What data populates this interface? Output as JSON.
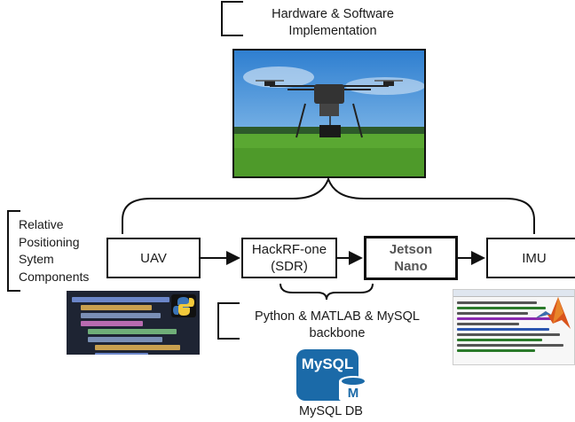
{
  "header": {
    "title": "Hardware & Software Implementation"
  },
  "side_label": {
    "text": "Relative Positioning Sytem Components"
  },
  "pipeline": {
    "uav": "UAV",
    "hackrf": "HackRF-one (SDR)",
    "jetson": "Jetson Nano",
    "imu": "IMU"
  },
  "software": {
    "label": "Python & MATLAB & MySQL backbone"
  },
  "mysql": {
    "logo_text": "MySQL",
    "badge_letter": "M",
    "caption": "MySQL DB"
  },
  "colors": {
    "sky": "#3d8fd6",
    "grass": "#5aa832",
    "mysql_blue": "#1b6aa8",
    "code_bg": "#1e2433",
    "matlab_orange": "#d9541c"
  },
  "icons": [
    "drone-photo",
    "python-code-screenshot",
    "python-logo-icon",
    "matlab-code-screenshot",
    "matlab-logo-icon",
    "mysql-database-icon"
  ]
}
